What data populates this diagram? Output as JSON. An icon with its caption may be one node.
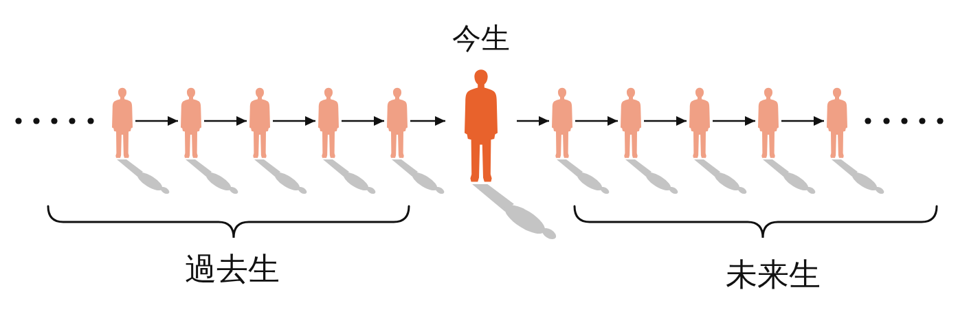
{
  "diagram": {
    "nodes": [
      {
        "text": [],
        "shape": "person"
      },
      {
        "text": [],
        "shape": "person"
      },
      {
        "text": [],
        "shape": "person"
      },
      {
        "text": [],
        "shape": "person"
      },
      {
        "text": [],
        "shape": "person"
      },
      {
        "text": [
          "今生"
        ]
      },
      {
        "text": [],
        "shape": "person"
      },
      {
        "text": [],
        "shape": "person"
      },
      {
        "text": [],
        "shape": "person"
      },
      {
        "text": [],
        "shape": "person"
      },
      {
        "text": [],
        "shape": "person"
      }
    ],
    "edges": [
      {
        "from": 0,
        "to": 1,
        "arrow": "to"
      },
      {
        "from": 1,
        "to": 2,
        "arrow": "to"
      },
      {
        "from": 2,
        "to": 3,
        "arrow": "to"
      },
      {
        "from": 3,
        "to": 4,
        "arrow": "to"
      },
      {
        "from": 4,
        "to": 5,
        "arrow": "to"
      },
      {
        "from": 5,
        "to": 6,
        "arrow": "to"
      },
      {
        "from": 6,
        "to": 7,
        "arrow": "to"
      },
      {
        "from": 7,
        "to": 8,
        "arrow": "to"
      },
      {
        "from": 8,
        "to": 9,
        "arrow": "to"
      },
      {
        "from": 9,
        "to": 10,
        "arrow": "to"
      }
    ],
    "labels": [
      "過去生",
      "未来生"
    ]
  }
}
